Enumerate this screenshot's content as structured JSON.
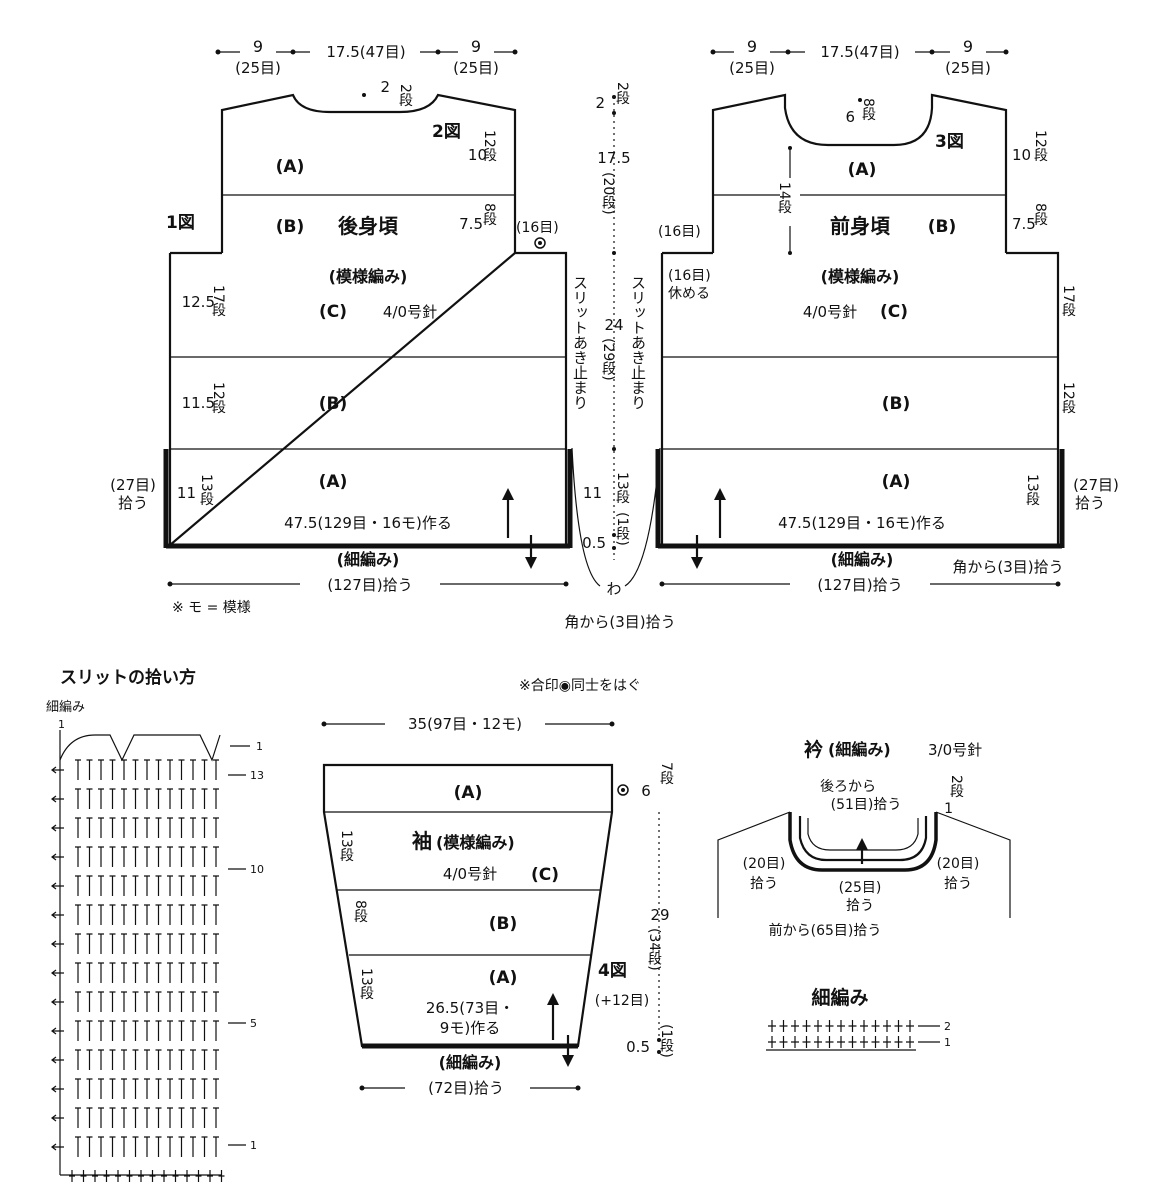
{
  "notes": {
    "mo_equals_pattern": "※ モ = 模様",
    "join_marks": "※合印◉同士をはぐ"
  },
  "back": {
    "fig_label": "1図",
    "fig2_label": "2図",
    "title_B": "(B)",
    "title_name": "後身頃",
    "sec_A": "(A)",
    "pattern": "(模様編み)",
    "sec_C": "(C)",
    "needle": "4/0号針",
    "sec_B2": "(B)",
    "sec_A2": "(A)",
    "top_left": "9",
    "top_left_sts": "(25目)",
    "top_mid": "17.5(47目)",
    "top_right": "9",
    "top_right_sts": "(25目)",
    "neck_depth": "2",
    "neck_rows": "2段",
    "h_A_cm": "10",
    "h_A_rows": "12段",
    "h_B_cm": "7.5",
    "h_B_rows": "8段",
    "sts16": "(16目)",
    "c_cm": "12.5",
    "c_rows": "17段",
    "b_cm": "11.5",
    "b_rows": "12段",
    "a_cm": "11",
    "a_rows": "13段",
    "pick27": "(27目)",
    "pick27b": "拾う",
    "cast": "47.5(129目・16モ)作る",
    "edge": "(細編み)",
    "pick127": "(127目)拾う",
    "slit": "スリットあき止まり"
  },
  "center": {
    "v2": "2",
    "v2r": "2段",
    "v175": "17.5",
    "v20r": "(20段)",
    "v24": "24",
    "v29r": "(29段)",
    "v11": "11",
    "v13r": "13段",
    "v1r": "(1段)",
    "v05": "0.5",
    "wa": "わ",
    "corner": "角から(3目)拾う"
  },
  "front": {
    "fig_label": "3図",
    "sec_A": "(A)",
    "title_name": "前身頃",
    "title_B": "(B)",
    "pattern": "(模様編み)",
    "needle": "4/0号針",
    "sec_C": "(C)",
    "sec_B2": "(B)",
    "sec_A2": "(A)",
    "top_left": "9",
    "top_left_sts": "(25目)",
    "top_mid": "17.5(47目)",
    "top_right": "9",
    "top_right_sts": "(25目)",
    "neck_cm": "6",
    "neck_rows": "8段",
    "h_A_cm": "10",
    "h_A_rows": "12段",
    "h_B_cm": "7.5",
    "h_B_rows": "8段",
    "center_rows": "14段",
    "sts16": "(16目)",
    "rest16": "(16目)",
    "rest16b": "休める",
    "c_rows": "17段",
    "b_rows": "12段",
    "a_rows": "13段",
    "pick27": "(27目)",
    "pick27b": "拾う",
    "cast": "47.5(129目・16モ)作る",
    "edge": "(細編み)",
    "pick127": "(127目)拾う",
    "corner": "角から(3目)拾う",
    "slit": "スリットあき止まり"
  },
  "slit_chart": {
    "title": "スリットの拾い方",
    "sub": "細編み",
    "row1_top": "1",
    "r1": "1",
    "r13": "13",
    "r10": "10",
    "r5": "5",
    "r1b": "1"
  },
  "sleeve": {
    "top": "35(97目・12モ)",
    "sec_A": "(A)",
    "name": "袖",
    "pattern": "(模様編み)",
    "needle": "4/0号針",
    "sec_C": "(C)",
    "sec_B": "(B)",
    "sec_A2": "(A)",
    "fig": "4図",
    "inc": "(+12目)",
    "h_A_cm": "6",
    "h_A_rows": "7段",
    "total_cm": "29",
    "total_rows": "(34段)",
    "c_rows": "13段",
    "b_rows": "8段",
    "a_rows": "13段",
    "cast1": "26.5(73目・",
    "cast2": "9モ)作る",
    "v05": "0.5",
    "v1r": "(1段)",
    "edge": "(細編み)",
    "pick": "(72目)拾う"
  },
  "collar": {
    "title": "衿",
    "pattern": "(細編み)",
    "needle": "3/0号針",
    "back_from": "後ろから",
    "back_sts": "(51目)拾う",
    "rows": "2段",
    "rows_cm": "1",
    "left_sts": "(20目)",
    "left_b": "拾う",
    "right_sts": "(20目)",
    "right_b": "拾う",
    "mid_sts": "(25目)",
    "mid_b": "拾う",
    "front_from": "前から(65目)拾う"
  },
  "sc_chart": {
    "title": "細編み",
    "r2": "2",
    "r1": "1"
  }
}
